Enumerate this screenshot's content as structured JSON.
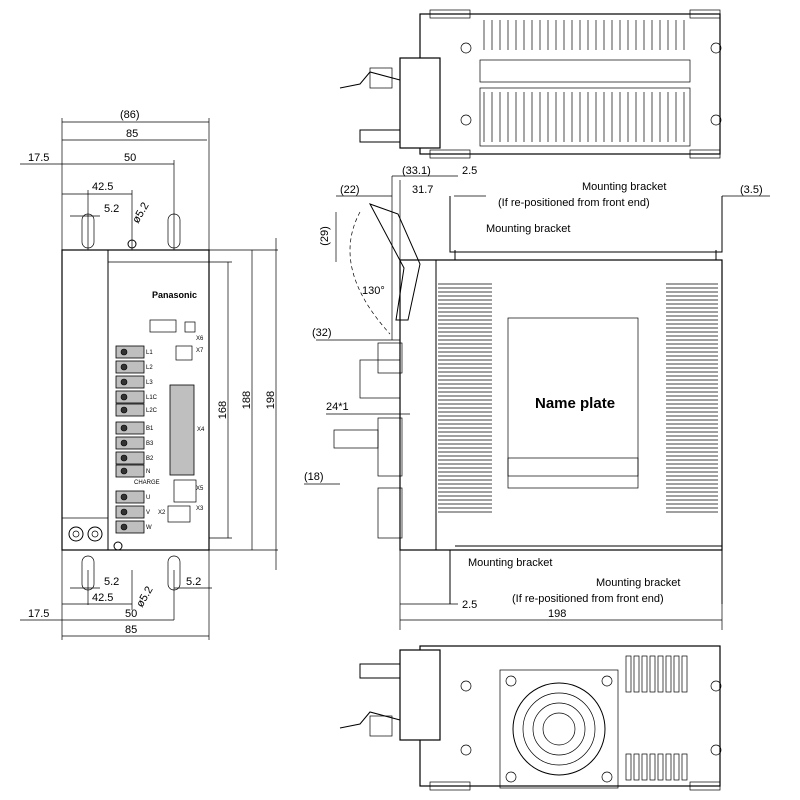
{
  "brand": "Panasonic",
  "front_view": {
    "width_dims": [
      "(86)",
      "85",
      "50",
      "42.5",
      "5.2",
      "17.5"
    ],
    "top_hole_dia": "ø5.2",
    "height_dims": [
      "168",
      "188",
      "198"
    ],
    "bottom_dims": [
      "5.2",
      "42.5",
      "50",
      "5.2",
      "17.5",
      "85"
    ],
    "bottom_hole_dia": "ø5.2",
    "terminal_labels": [
      "L1",
      "L2",
      "L3",
      "L1C",
      "L2C",
      "B1",
      "B3",
      "B2",
      "N",
      "U",
      "V",
      "W"
    ],
    "connector_labels": [
      "X4",
      "X6",
      "X7",
      "X5",
      "X3",
      "X2"
    ],
    "charge_label": "CHARGE"
  },
  "side_view": {
    "top_dims": [
      "(33.1)",
      "2.5",
      "31.7",
      "(22)",
      "(3.5)"
    ],
    "cover_dims": [
      "(29)",
      "130°",
      "(32)",
      "24*1",
      "(18)"
    ],
    "labels": {
      "bracket_upper_rear_line1": "Mounting bracket",
      "bracket_upper_rear_line2": "(If re-positioned from front end)",
      "bracket_upper_front": "Mounting bracket",
      "name_plate": "Name plate",
      "bracket_lower_front": "Mounting bracket",
      "bracket_lower_rear_line1": "Mounting bracket",
      "bracket_lower_rear_line2": "(If re-positioned from front end)"
    },
    "bottom_dims": [
      "2.5",
      "198"
    ]
  }
}
